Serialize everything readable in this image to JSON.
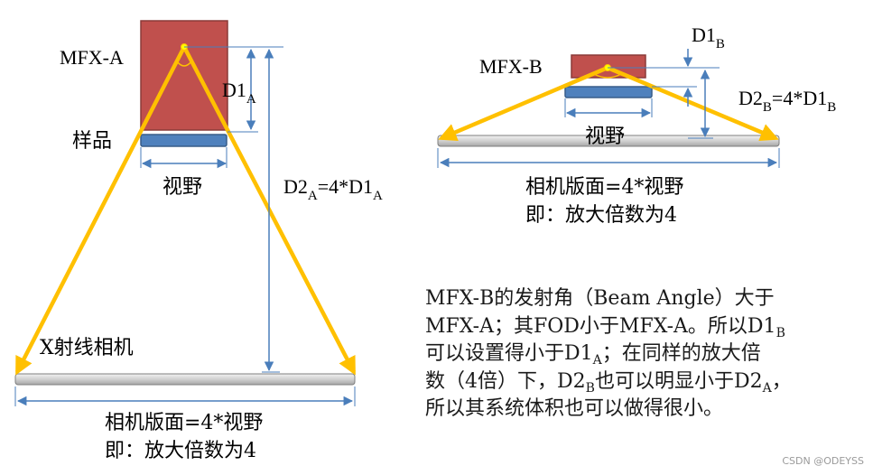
{
  "left_setup": {
    "source_label": "MFX-A",
    "sample_label": "样品",
    "fov_label": "视野",
    "d1": {
      "main": "D1",
      "sub": "A"
    },
    "d2": {
      "main": "D2",
      "sub": "A",
      "eq": "=4*D1",
      "sub2": "A"
    },
    "camera_label": "X射线相机",
    "caption_line1": "相机版面=4*视野",
    "caption_line2": "即：放大倍数为4"
  },
  "right_setup": {
    "source_label": "MFX-B",
    "fov_label": "视野",
    "d1": {
      "main": "D1",
      "sub": "B"
    },
    "d2": {
      "main": "D2",
      "sub": "B",
      "eq": "=4*D1",
      "sub2": "B"
    },
    "caption_line1": "相机版面=4*视野",
    "caption_line2": "即：放大倍数为4"
  },
  "explanation": {
    "line1": "MFX-B的发射角（Beam Angle）大于",
    "line2": "MFX-A；其FOD小于MFX-A。所以D1",
    "line2_sub": "B",
    "line3_a": "可以设置得小于D1",
    "line3_sub": "A",
    "line3_b": "；在同样的放大倍",
    "line4_a": "数（4倍）下，D2",
    "line4_sub1": "B",
    "line4_b": "也可以明显小于D2",
    "line4_sub2": "A",
    "line4_c": "，",
    "line5": "所以其系统体积也可以做得很小。"
  },
  "watermark": "CSDN @ODEYSS",
  "colors": {
    "source_fill": "#c0504d",
    "source_stroke": "#8b3a38",
    "sample_fill": "#4f81bd",
    "sample_stroke": "#385d8a",
    "beam": "#ffc000",
    "dimension_line": "#4a7ebb",
    "detector_fill": "#d9d9d9",
    "focal_dot": "#ffff00"
  }
}
